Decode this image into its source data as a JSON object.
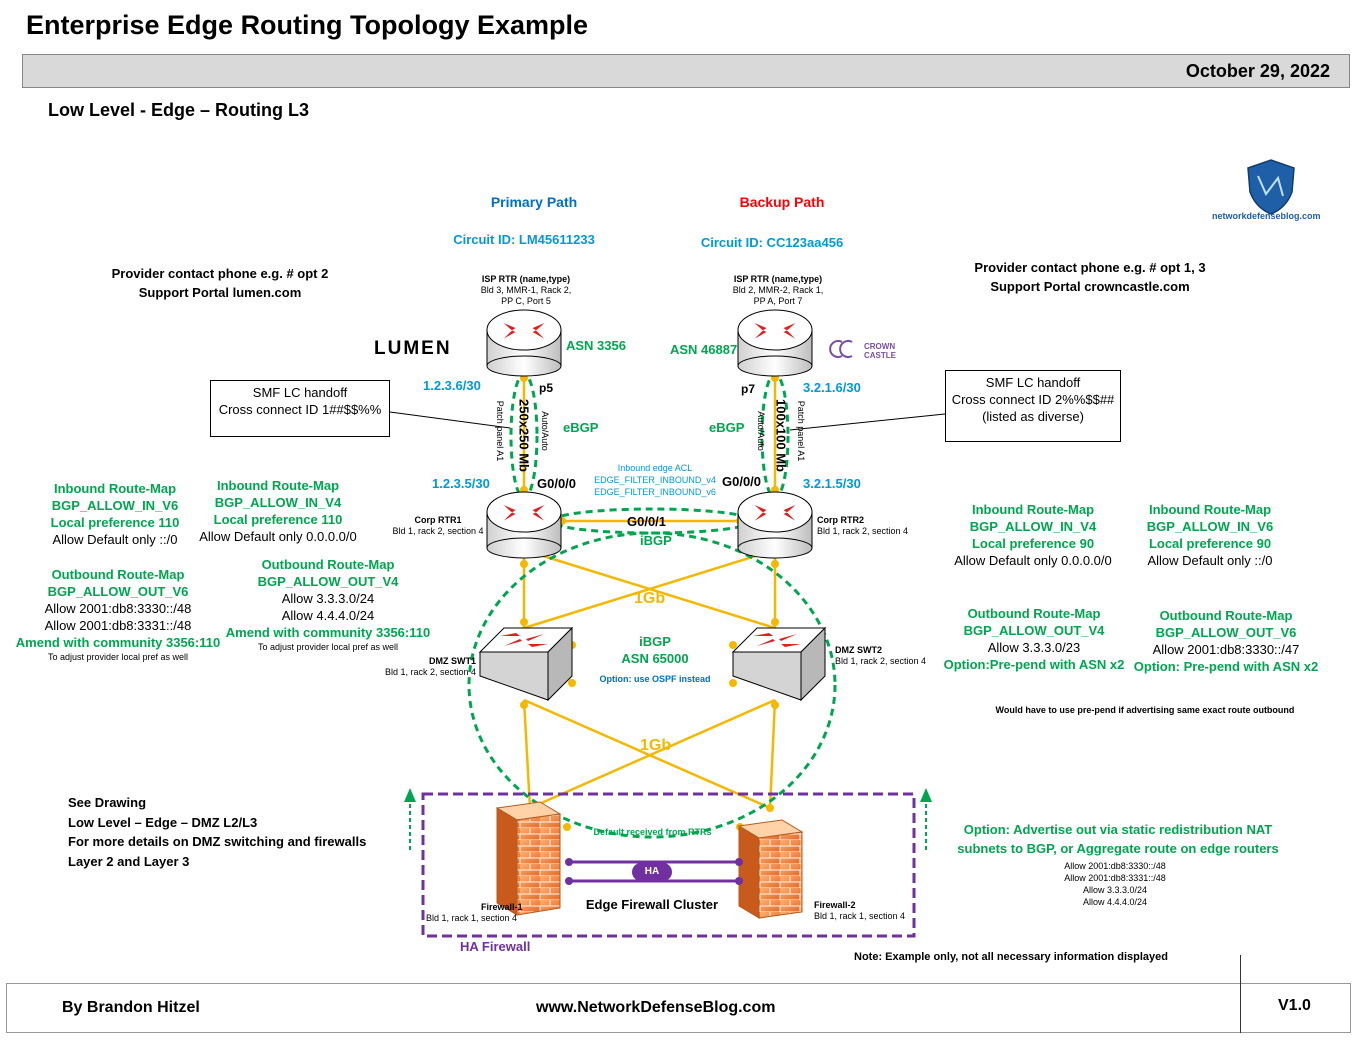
{
  "header": {
    "title": "Enterprise Edge Routing Topology Example",
    "date": "October 29, 2022",
    "subtitle": "Low Level - Edge – Routing L3"
  },
  "logo": {
    "text": "networkdefenseblog.com",
    "icon": "shield-icon"
  },
  "primary": {
    "path_label": "Primary Path",
    "circuit_id": "Circuit ID: LM45611233",
    "contact_line1": "Provider contact phone e.g. # opt 2",
    "contact_line2": "Support Portal lumen.com",
    "provider_logo": "LUMEN",
    "isp_rtr_title": "ISP RTR (name,type)",
    "isp_rtr_line2": "Bld 3, MMR-1, Rack 2,",
    "isp_rtr_line3": "PP C, Port 5",
    "asn": "ASN 3356",
    "isp_ip": "1.2.3.6/30",
    "isp_port": "p5",
    "handoff_title": "SMF LC handoff",
    "handoff_id": "Cross connect ID 1##$$%%",
    "speed": "250x250 Mb",
    "negotiation": "Auto/Auto",
    "patch_panel": "Patch panel A1",
    "ebgp": "eBGP",
    "corp_ip": "1.2.3.5/30",
    "corp_port": "G0/0/0",
    "corp_name": "Corp RTR1",
    "corp_loc": "Bld 1, rack 2, section 4",
    "inbound_v6": {
      "title": "Inbound Route-Map",
      "name": "BGP_ALLOW_IN_V6",
      "pref": "Local preference 110",
      "allow": "Allow Default only ::/0"
    },
    "inbound_v4": {
      "title": "Inbound Route-Map",
      "name": "BGP_ALLOW_IN_V4",
      "pref": "Local preference 110",
      "allow": "Allow Default only 0.0.0.0/0"
    },
    "outbound_v6": {
      "title": "Outbound Route-Map",
      "name": "BGP_ALLOW_OUT_V6",
      "allow1": "Allow 2001:db8:3330::/48",
      "allow2": "Allow 2001:db8:3331::/48",
      "community": "Amend with community 3356:110",
      "note": "To adjust provider local pref as well"
    },
    "outbound_v4": {
      "title": "Outbound Route-Map",
      "name": "BGP_ALLOW_OUT_V4",
      "allow1": "Allow 3.3.3.0/24",
      "allow2": "Allow 4.4.4.0/24",
      "community": "Amend with community 3356:110",
      "note": "To adjust provider local pref as well"
    }
  },
  "backup": {
    "path_label": "Backup  Path",
    "circuit_id": "Circuit ID: CC123aa456",
    "contact_line1": "Provider contact phone e.g. # opt 1, 3",
    "contact_line2": "Support Portal crowncastle.com",
    "provider_logo_line1": "CROWN",
    "provider_logo_line2": "CASTLE",
    "isp_rtr_title": "ISP RTR (name,type)",
    "isp_rtr_line2": "Bld 2, MMR-2, Rack 1,",
    "isp_rtr_line3": "PP A, Port 7",
    "asn": "ASN 46887",
    "isp_ip": "3.2.1.6/30",
    "isp_port": "p7",
    "handoff_title": "SMF LC handoff",
    "handoff_id": "Cross connect ID 2%%$$##",
    "handoff_note": "(listed as diverse)",
    "speed": "100x100 Mb",
    "negotiation": "Auto/Auto",
    "patch_panel": "Patch panel A1",
    "ebgp": "eBGP",
    "corp_ip": "3.2.1.5/30",
    "corp_port": "G0/0/0",
    "corp_name": "Corp RTR2",
    "corp_loc": "Bld 1, rack 2, section 4",
    "inbound_v4": {
      "title": "Inbound Route-Map",
      "name": "BGP_ALLOW_IN_V4",
      "pref": "Local preference 90",
      "allow": "Allow Default only 0.0.0.0/0"
    },
    "inbound_v6": {
      "title": "Inbound Route-Map",
      "name": "BGP_ALLOW_IN_V6",
      "pref": "Local preference 90",
      "allow": "Allow Default only ::/0"
    },
    "outbound_v4": {
      "title": "Outbound Route-Map",
      "name": "BGP_ALLOW_OUT_V4",
      "allow1": "Allow 3.3.3.0/23",
      "option": "Option:Pre-pend with ASN x2"
    },
    "outbound_v6": {
      "title": "Outbound Route-Map",
      "name": "BGP_ALLOW_OUT_V6",
      "allow1": "Allow 2001:db8:3330::/47",
      "option": "Option: Pre-pend with ASN x2"
    },
    "prepend_note": "Would have to use pre-pend if advertising same exact route outbound"
  },
  "core": {
    "acl_title": "Inbound edge ACL",
    "acl_v4": "EDGE_FILTER_INBOUND_v4",
    "acl_v6": "EDGE_FILTER_INBOUND_v6",
    "link_port": "G0/0/1",
    "ibgp_top": "iBGP",
    "speed_top": "1Gb",
    "ibgp_mid": "iBGP",
    "asn_mid": "ASN 65000",
    "ospf_option": "Option: use OSPF instead",
    "speed_bottom": "1Gb",
    "swt1_name": "DMZ SWT1",
    "swt1_loc": "Bld 1, rack 2, section 4",
    "swt2_name": "DMZ SWT2",
    "swt2_loc": "Bld 1, rack 2, section 4",
    "default_note": "Default received from RTRs"
  },
  "firewalls": {
    "fw1_name": "Firewall-1",
    "fw1_loc": "Bld 1, rack 1, section 4",
    "fw2_name": "Firewall-2",
    "fw2_loc": "Bld 1, rack 1, section 4",
    "ha_badge": "HA",
    "cluster_label": "Edge Firewall Cluster",
    "ha_label": "HA Firewall"
  },
  "see_drawing": {
    "line1": "See Drawing",
    "line2": "Low Level – Edge – DMZ L2/L3",
    "line3": "For more details on DMZ switching and firewalls",
    "line4": "Layer 2 and Layer 3"
  },
  "advertise_option": {
    "line1": "Option: Advertise out via static redistribution NAT",
    "line2": "subnets to BGP, or Aggregate route on edge routers",
    "allow1": "Allow 2001:db8:3330::/48",
    "allow2": "Allow 2001:db8:3331::/48",
    "allow3": "Allow 3.3.3.0/24",
    "allow4": "Allow 4.4.4.0/24"
  },
  "note": "Note: Example only, not all necessary information displayed",
  "footer": {
    "author": "By Brandon Hitzel",
    "site": "www.NetworkDefenseBlog.com",
    "version": "V1.0"
  },
  "colors": {
    "green": "#00a64f",
    "blue": "#0099d9",
    "red": "#ff0000",
    "purple": "#7030a0",
    "link": "#f5b800"
  }
}
